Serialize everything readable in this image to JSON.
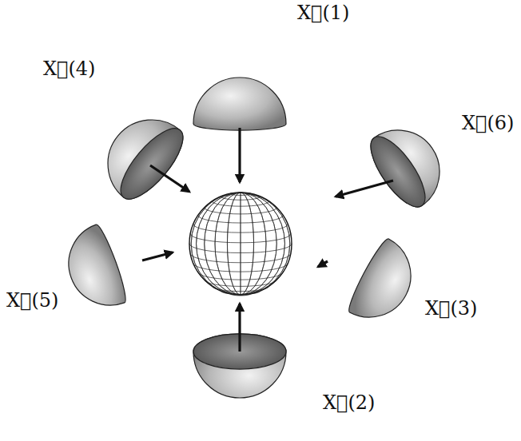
{
  "diagram": {
    "labels": [
      "X⃗(1)",
      "X⃗(4)",
      "X⃗(6)",
      "X⃗(5)",
      "X⃗(3)",
      "X⃗(2)"
    ]
  }
}
